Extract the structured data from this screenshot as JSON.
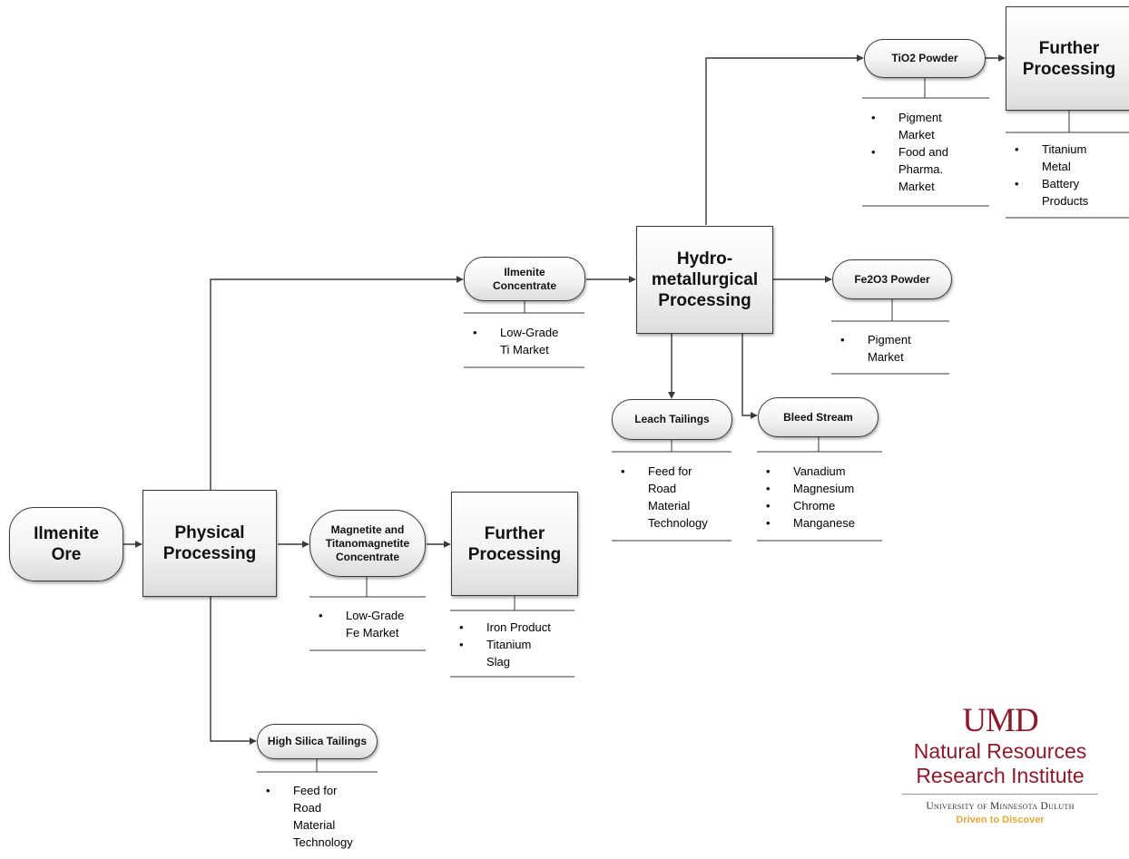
{
  "nodes": {
    "ilmenite_ore": "Ilmenite\nOre",
    "physical_processing": "Physical\nProcessing",
    "ilmenite_concentrate": "Ilmenite\nConcentrate",
    "magnetite_concentrate": "Magnetite and\nTitanomagnetite\nConcentrate",
    "further_processing_fe": "Further\nProcessing",
    "high_silica_tailings": "High Silica Tailings",
    "hydrometallurgical": "Hydro-\nmetallurgical\nProcessing",
    "tio2_powder": "TiO2 Powder",
    "further_processing_ti": "Further\nProcessing",
    "fe2o3_powder": "Fe2O3 Powder",
    "leach_tailings": "Leach Tailings",
    "bleed_stream": "Bleed Stream"
  },
  "notes": {
    "tio2_powder": [
      "Pigment\nMarket",
      "Food and\nPharma.\nMarket"
    ],
    "further_processing_ti": [
      "Titanium\nMetal",
      "Battery\nProducts"
    ],
    "ilmenite_concentrate": [
      "Low-Grade\nTi Market"
    ],
    "fe2o3_powder": [
      "Pigment\nMarket"
    ],
    "leach_tailings": [
      "Feed for\nRoad\nMaterial\nTechnology"
    ],
    "bleed_stream": [
      "Vanadium",
      "Magnesium",
      "Chrome",
      "Manganese"
    ],
    "magnetite_concentrate": [
      "Low-Grade\nFe Market"
    ],
    "further_processing_fe": [
      "Iron Product",
      "Titanium\nSlag"
    ],
    "high_silica_tailings": [
      "Feed for\nRoad\nMaterial\nTechnology"
    ]
  },
  "logo": {
    "umd": "UMD",
    "line1": "Natural Resources",
    "line2": "Research Institute",
    "university": "University of Minnesota Duluth",
    "tagline": "Driven to Discover",
    "brand_color": "#8b1a2b",
    "tagline_color": "#e5a83b"
  },
  "colors": {
    "line": "#3a3a3a",
    "node_fill_top": "#ffffff",
    "node_fill_bottom": "#dcdcdc"
  }
}
